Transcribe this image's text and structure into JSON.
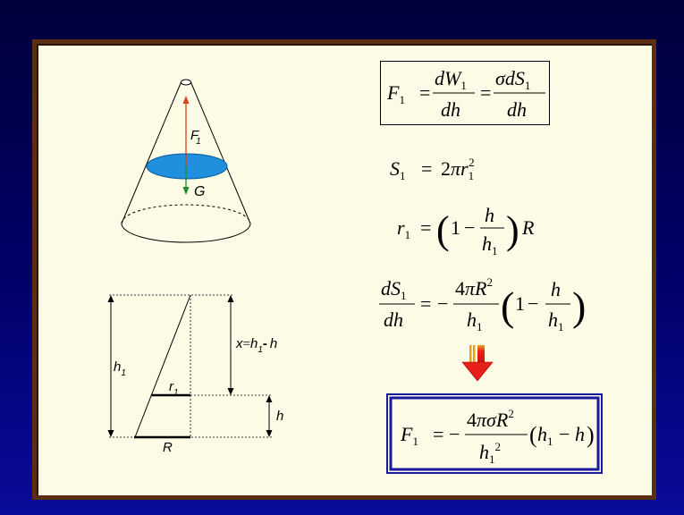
{
  "cone": {
    "force_label": "F",
    "force_sub": "1",
    "gravity_label": "G",
    "colors": {
      "disk": "#1f8fde",
      "force_arrow": "#d9401c",
      "gravity_arrow": "#1e8a2a"
    }
  },
  "triangle": {
    "h1": "h",
    "h1_sub": "1",
    "x_label": "x",
    "x_eq": "=",
    "x_h1": "h",
    "x_h1_sub": "1",
    "x_minus": "-",
    "x_h": "h",
    "r1": "r",
    "r1_sub": "1",
    "h": "h",
    "R": "R"
  },
  "formulas": {
    "f1_def": {
      "lhs": "F",
      "lhs_sub": "1",
      "eq1": "=",
      "num1": "dW",
      "num1_sub": "1",
      "den1": "dh",
      "eq2": "=",
      "num2_sigma": "σ",
      "num2": "dS",
      "num2_sub": "1",
      "den2": "dh"
    },
    "s1": {
      "lhs": "S",
      "lhs_sub": "1",
      "eq": "=",
      "coef": "2",
      "pi": "π",
      "r": "r",
      "r_sub": "1",
      "exp": "2"
    },
    "r1": {
      "lhs": "r",
      "lhs_sub": "1",
      "eq": "=",
      "one": "1",
      "minus": "−",
      "num": "h",
      "den": "h",
      "den_sub": "1",
      "R": "R"
    },
    "ds1": {
      "num": "dS",
      "num_sub": "1",
      "den": "dh",
      "eq": "=",
      "neg": "−",
      "num2_coef": "4",
      "num2_pi": "π",
      "num2_R": "R",
      "num2_exp": "2",
      "den2": "h",
      "den2_sub": "1",
      "one": "1",
      "minus": "−",
      "num3": "h",
      "den3": "h",
      "den3_sub": "1"
    },
    "f1_final": {
      "lhs": "F",
      "lhs_sub": "1",
      "eq": "=",
      "neg": "−",
      "num_coef": "4",
      "num_pi": "π",
      "num_sigma": "σ",
      "num_R": "R",
      "num_exp": "2",
      "den": "h",
      "den_sub": "1",
      "den_exp": "2",
      "paren_h": "h",
      "paren_h_sub": "1",
      "paren_minus": "−",
      "paren_h2": "h"
    }
  },
  "arrow": {
    "colors": {
      "fill": "#e8201c",
      "top": "#e8a020"
    }
  }
}
